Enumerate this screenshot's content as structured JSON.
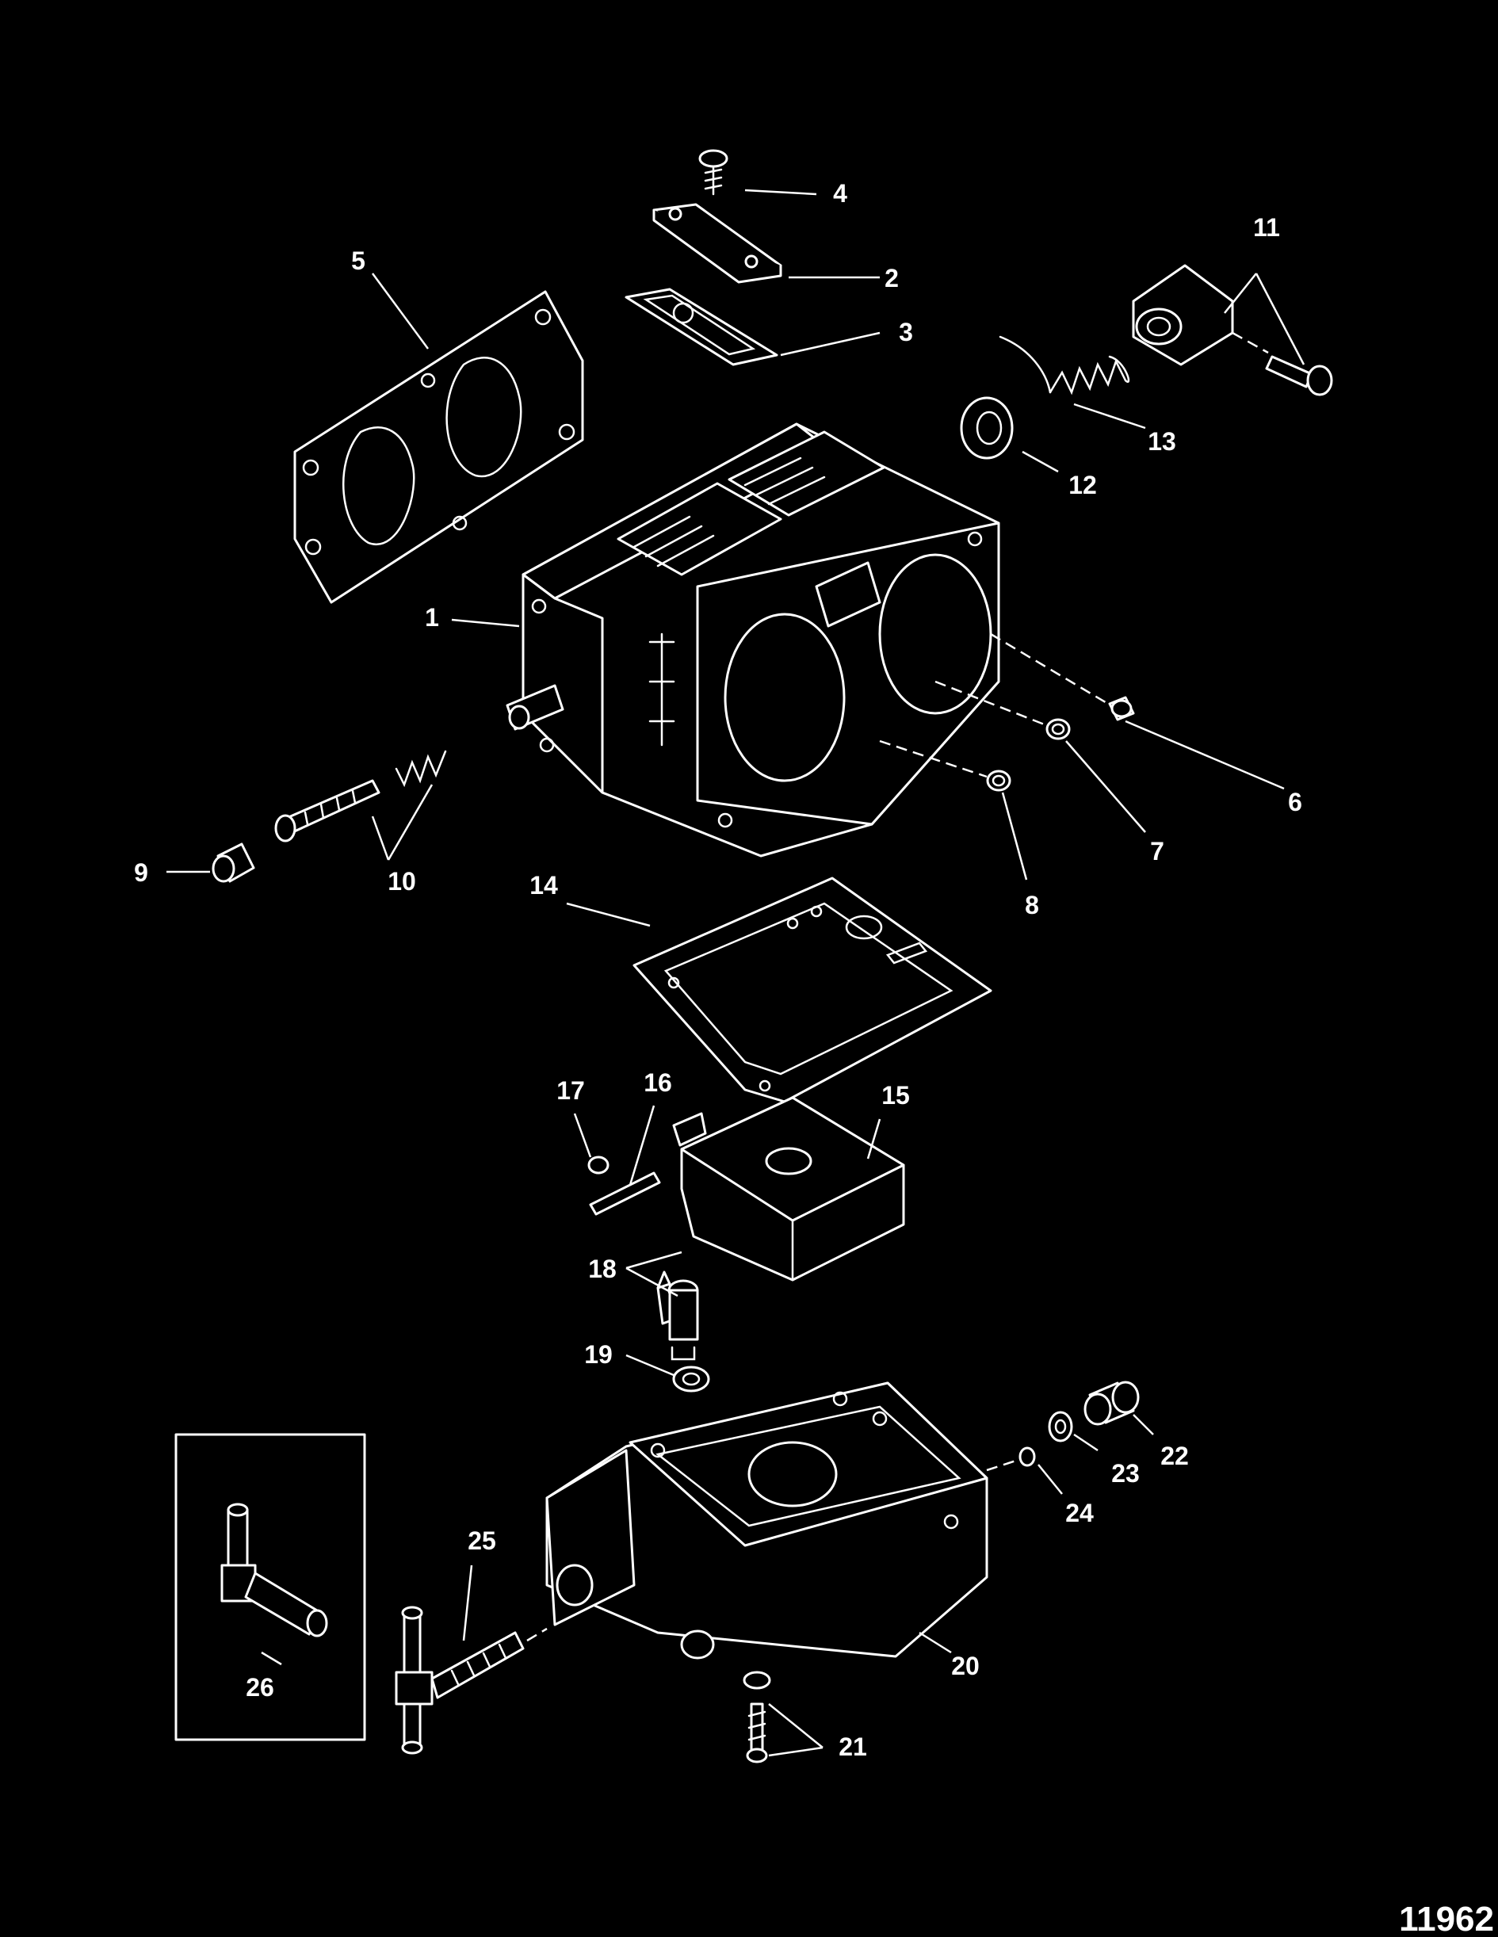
{
  "background_color": "#000000",
  "line_color": "#ffffff",
  "figure_id": "11962",
  "callouts": [
    {
      "id": "1",
      "part": "carburetor-body"
    },
    {
      "id": "2",
      "part": "cover-plate"
    },
    {
      "id": "3",
      "part": "cover-gasket"
    },
    {
      "id": "4",
      "part": "cover-screw"
    },
    {
      "id": "5",
      "part": "mounting-gasket"
    },
    {
      "id": "6",
      "part": "jet"
    },
    {
      "id": "7",
      "part": "jet"
    },
    {
      "id": "8",
      "part": "jet"
    },
    {
      "id": "9",
      "part": "adjusting-screw-cap"
    },
    {
      "id": "10",
      "part": "idle-screw-and-spring"
    },
    {
      "id": "11",
      "part": "throttle-fitting-and-screw"
    },
    {
      "id": "12",
      "part": "seal"
    },
    {
      "id": "13",
      "part": "spring"
    },
    {
      "id": "14",
      "part": "bowl-gasket"
    },
    {
      "id": "15",
      "part": "float"
    },
    {
      "id": "16",
      "part": "float-pin"
    },
    {
      "id": "17",
      "part": "pin-retainer"
    },
    {
      "id": "18",
      "part": "needle-and-seat"
    },
    {
      "id": "19",
      "part": "seat-gasket"
    },
    {
      "id": "20",
      "part": "float-bowl"
    },
    {
      "id": "21",
      "part": "screw-and-washer"
    },
    {
      "id": "22",
      "part": "drain-plug"
    },
    {
      "id": "23",
      "part": "plug-washer"
    },
    {
      "id": "24",
      "part": "main-jet"
    },
    {
      "id": "25",
      "part": "fuel-inlet-fitting"
    },
    {
      "id": "26",
      "part": "fuel-inlet-elbow"
    }
  ]
}
